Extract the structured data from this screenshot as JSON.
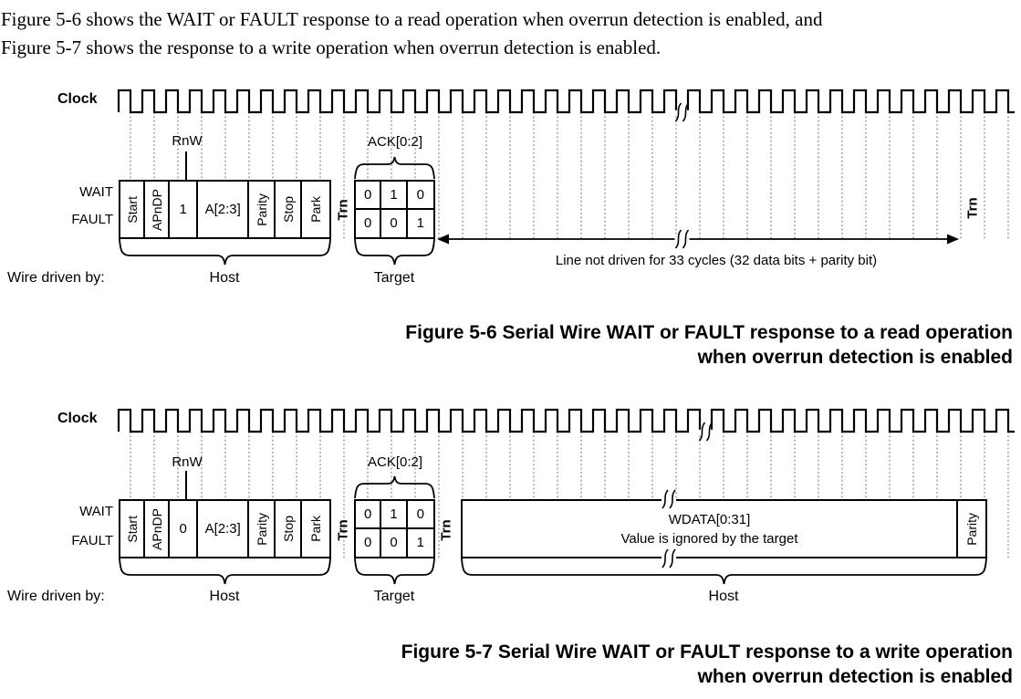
{
  "colors": {
    "ink": "#000000",
    "grid_dotted": "#8a8a8a",
    "background": "#ffffff"
  },
  "intro": {
    "line1": "Figure 5-6 shows the WAIT or FAULT response to a read operation when overrun detection is enabled, and",
    "line2": "Figure 5-7 shows the response to a write operation when overrun detection is enabled."
  },
  "fig6": {
    "clock": "Clock",
    "wait": "WAIT",
    "fault": "FAULT",
    "rnw": "RnW",
    "ack_label": "ACK[0:2]",
    "trn_mid": "Trn",
    "trn_end": "Trn",
    "cells": [
      "Start",
      "APnDP",
      "1",
      "A[2:3]",
      "Parity",
      "Stop",
      "Park"
    ],
    "ack_wait": [
      "0",
      "1",
      "0"
    ],
    "ack_fault": [
      "0",
      "0",
      "1"
    ],
    "arrow_note": "Line not driven for 33 cycles (32 data bits + parity bit)",
    "wire_driven_by": "Wire driven by:",
    "host": "Host",
    "target": "Target",
    "caption_line1": "Figure 5-6 Serial Wire WAIT or FAULT response to a read operation",
    "caption_line2": "when overrun detection is enabled"
  },
  "fig7": {
    "clock": "Clock",
    "wait": "WAIT",
    "fault": "FAULT",
    "rnw": "RnW",
    "ack_label": "ACK[0:2]",
    "trn_mid": "Trn",
    "trn_mid2": "Trn",
    "cells": [
      "Start",
      "APnDP",
      "0",
      "A[2:3]",
      "Parity",
      "Stop",
      "Park"
    ],
    "ack_wait": [
      "0",
      "1",
      "0"
    ],
    "ack_fault": [
      "0",
      "0",
      "1"
    ],
    "wdata_label": "WDATA[0:31]",
    "wdata_note": "Value is ignored by the target",
    "parity": "Parity",
    "wire_driven_by": "Wire driven by:",
    "host": "Host",
    "target": "Target",
    "host2": "Host",
    "caption_line1": "Figure 5-7 Serial Wire WAIT or FAULT response to a write operation",
    "caption_line2": "when overrun detection is enabled"
  }
}
